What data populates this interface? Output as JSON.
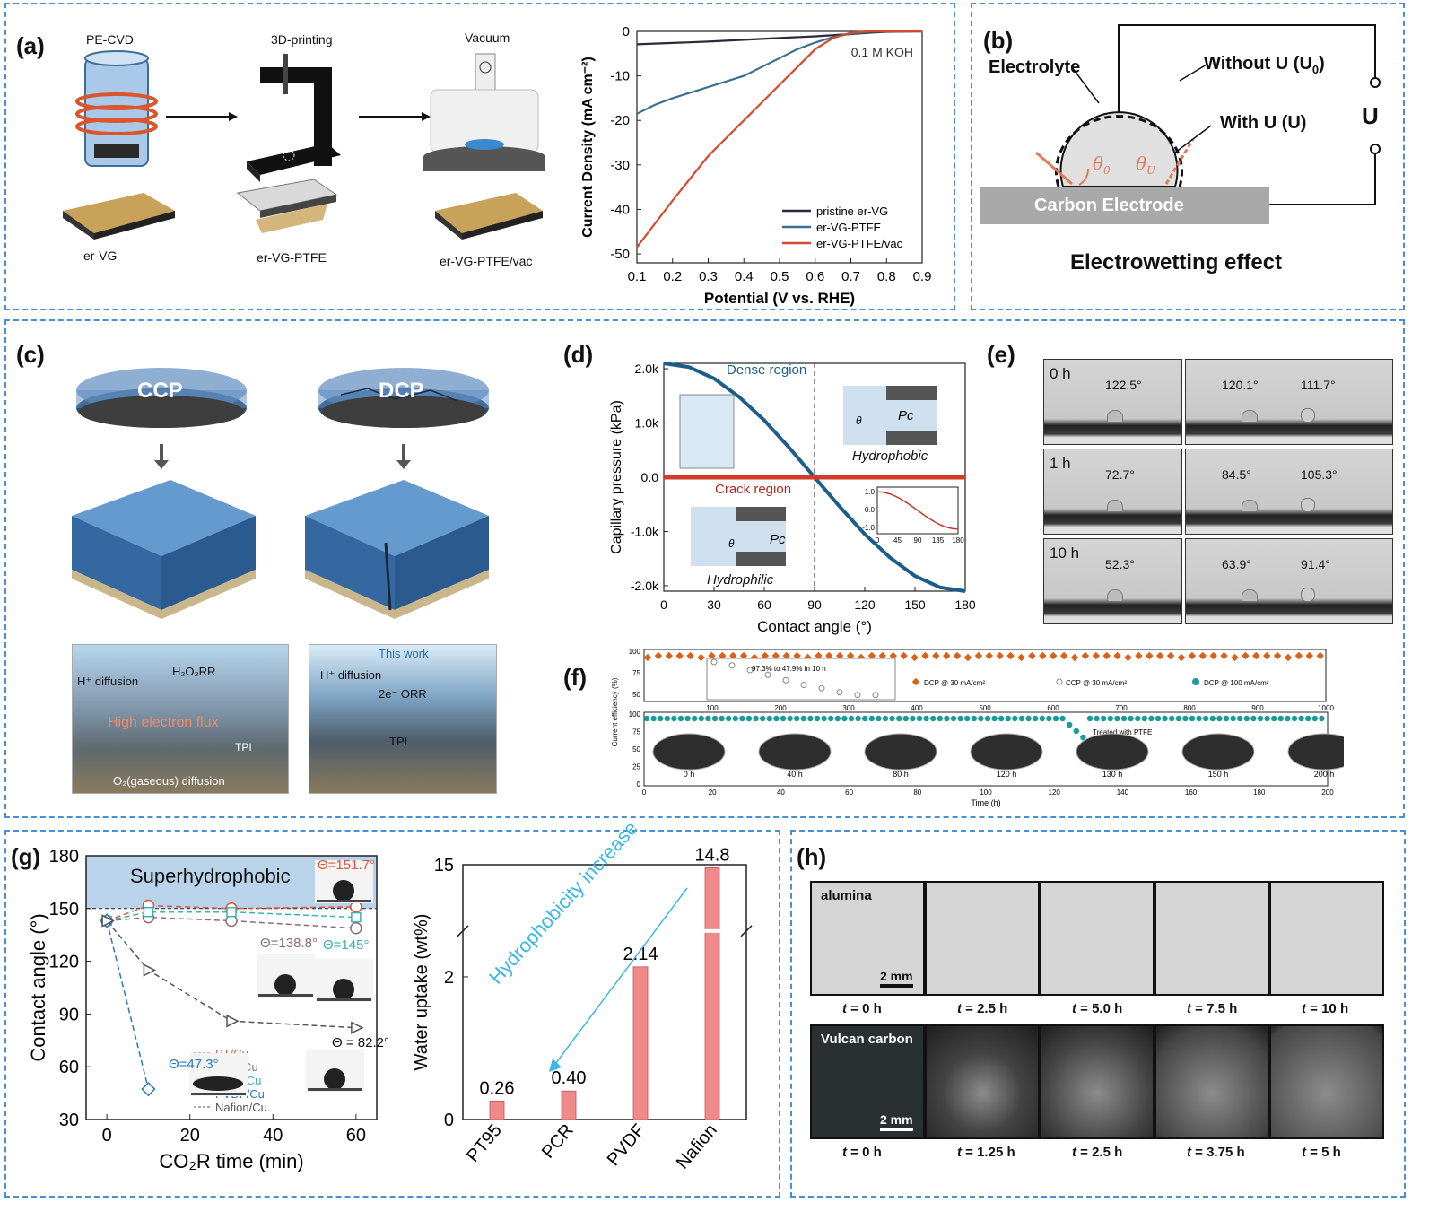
{
  "panels": {
    "a": {
      "label": "(a)",
      "steps": [
        "PE-CVD",
        "3D-printing",
        "Vacuum"
      ],
      "samples": [
        "er-VG",
        "er-VG-PTFE",
        "er-VG-PTFE/vac"
      ]
    },
    "b": {
      "label": "(b)",
      "electrolyte": "Electrolyte",
      "without_u": "Without U (U",
      "without_u_sub": "0",
      "with_u": "With U (U)",
      "voltage": "U",
      "theta0": "θ",
      "theta0_sub": "0",
      "thetau": "θ",
      "thetau_sub": "U",
      "electrode": "Carbon Electrode",
      "caption": "Electrowetting effect"
    },
    "c": {
      "label": "(c)",
      "ccp": "CCP",
      "dcp": "DCP",
      "left_inset": {
        "h_diffusion": "H⁺ diffusion",
        "h2o2rr": "H₂O₂RR",
        "flux": "High electron flux",
        "tpi": "TPI",
        "o2": "O₂(gaseous) diffusion"
      },
      "right_inset": {
        "this_work": "This work",
        "h_diffusion": "H⁺ diffusion",
        "orr": "2e⁻ ORR",
        "tpi": "TPI"
      }
    },
    "d": {
      "label": "(d)",
      "dense": "Dense region",
      "crack": "Crack region",
      "hydrophobic": "Hydrophobic",
      "hydrophilic": "Hydrophilic",
      "theta": "θ",
      "pc": "P",
      "pc_sub": "c",
      "inset_yticks": [
        "1.0",
        "0.0",
        "-1.0"
      ],
      "inset_xticks": [
        "0",
        "45",
        "90",
        "135",
        "180"
      ]
    },
    "e": {
      "label": "(e)",
      "rows": [
        {
          "time": "0 h",
          "left": "122.5°",
          "right1": "120.1°",
          "right2": "111.7°"
        },
        {
          "time": "1 h",
          "left": "72.7°",
          "right1": "84.5°",
          "right2": "105.3°"
        },
        {
          "time": "10 h",
          "left": "52.3°",
          "right1": "63.9°",
          "right2": "91.4°"
        }
      ]
    },
    "f": {
      "label": "(f)",
      "ylabel": "Current efficiency (%)",
      "xlabel": "Time (h)",
      "top_xticks": [
        "100",
        "200",
        "300",
        "400",
        "500",
        "600",
        "700",
        "800",
        "900",
        "1000"
      ],
      "top_yticks": [
        "100",
        "75",
        "50"
      ],
      "bottom_xticks": [
        "0",
        "20",
        "40",
        "60",
        "80",
        "100",
        "120",
        "140",
        "160",
        "180",
        "200"
      ],
      "bottom_yticks": [
        "100",
        "75",
        "50",
        "25",
        "0"
      ],
      "inset_note": "97.3% to 47.9% in 10 h",
      "legend": [
        "DCP @ 30 mA/cm²",
        "CCP @ 30 mA/cm²",
        "DCP @ 100 mA/cm²"
      ],
      "treated": "Treated with PTFE",
      "electrode_times": [
        "0 h",
        "40 h",
        "80 h",
        "120 h",
        "130 h",
        "150 h",
        "200 h"
      ],
      "colors": {
        "dcp30": "#d9621b",
        "dcp100": "#1a9a9a",
        "ccp": "#888888"
      }
    },
    "g": {
      "label": "(g)",
      "superhydrophobic": "Superhydrophobic",
      "angle_labels": [
        "Θ=151.7°",
        "Θ=138.8°",
        "Θ=145°",
        "Θ=47.3°",
        "Θ = 82.2°"
      ],
      "hydro_increase": "Hydrophobicity increase"
    },
    "h": {
      "label": "(h)",
      "row1_label": "alumina",
      "row2_label": "Vulcan carbon",
      "scale": "2 mm",
      "row1_times": [
        "0 h",
        "2.5 h",
        "5.0 h",
        "7.5 h",
        "10 h"
      ],
      "row2_times": [
        "0 h",
        "1.25 h",
        "2.5 h",
        "3.75 h",
        "5 h"
      ],
      "t": "t",
      "eq": " = "
    }
  },
  "chart_data": [
    {
      "id": "a",
      "type": "line",
      "xlabel": "Potential (V vs. RHE)",
      "ylabel": "Current Density (mA cm⁻²)",
      "annotation": "0.1 M KOH",
      "xlim": [
        0.1,
        0.9
      ],
      "ylim": [
        -52,
        0
      ],
      "xticks": [
        "0.1",
        "0.2",
        "0.3",
        "0.4",
        "0.5",
        "0.6",
        "0.7",
        "0.8",
        "0.9"
      ],
      "yticks": [
        "0",
        "-10",
        "-20",
        "-30",
        "-40",
        "-50"
      ],
      "legend_position": "bottom-right",
      "series": [
        {
          "name": "pristine er-VG",
          "color": "#2b2a3b",
          "x": [
            0.1,
            0.2,
            0.3,
            0.4,
            0.5,
            0.6,
            0.7,
            0.75,
            0.8,
            0.9
          ],
          "y": [
            -2.9,
            -2.6,
            -2.3,
            -1.9,
            -1.5,
            -1.1,
            -0.6,
            -0.3,
            -0.1,
            0
          ]
        },
        {
          "name": "er-VG-PTFE",
          "color": "#3a6f8f",
          "x": [
            0.1,
            0.15,
            0.2,
            0.3,
            0.4,
            0.45,
            0.5,
            0.55,
            0.6,
            0.65,
            0.7,
            0.75,
            0.8,
            0.9
          ],
          "y": [
            -18.5,
            -16.5,
            -15,
            -12.5,
            -10,
            -8,
            -6,
            -4,
            -2.5,
            -1.3,
            -0.5,
            -0.1,
            0,
            0
          ]
        },
        {
          "name": "er-VG-PTFE/vac",
          "color": "#d44a2e",
          "x": [
            0.1,
            0.2,
            0.3,
            0.4,
            0.5,
            0.55,
            0.6,
            0.65,
            0.7,
            0.75,
            0.8,
            0.9
          ],
          "y": [
            -48.5,
            -38,
            -28,
            -20,
            -12,
            -8,
            -4,
            -1.5,
            -0.3,
            0,
            0,
            0
          ]
        }
      ]
    },
    {
      "id": "d",
      "type": "line",
      "xlabel": "Contact angle (°)",
      "ylabel": "Capillary pressure (kPa)",
      "xlim": [
        0,
        180
      ],
      "ylim": [
        -2.1,
        2.1
      ],
      "xticks": [
        "0",
        "30",
        "60",
        "90",
        "120",
        "150",
        "180"
      ],
      "yticks": [
        "2.0k",
        "1.0k",
        "0.0",
        "-1.0k",
        "-2.0k"
      ],
      "vline": 90,
      "series": [
        {
          "name": "Dense region",
          "color": "#1c5e8a",
          "x": [
            0,
            15,
            30,
            45,
            60,
            75,
            90,
            105,
            120,
            135,
            150,
            165,
            180
          ],
          "y": [
            2.1,
            2.03,
            1.82,
            1.48,
            1.05,
            0.54,
            0,
            -0.54,
            -1.05,
            -1.48,
            -1.82,
            -2.03,
            -2.1
          ]
        },
        {
          "name": "Crack region",
          "color": "#d23a2a",
          "x": [
            0,
            180
          ],
          "y": [
            0,
            0
          ]
        }
      ]
    },
    {
      "id": "g_left",
      "type": "line",
      "xlabel": "CO₂R time (min)",
      "ylabel": "Contact angle (°)",
      "xlim": [
        -5,
        65
      ],
      "ylim": [
        30,
        180
      ],
      "xticks": [
        "0",
        "20",
        "40",
        "60"
      ],
      "yticks": [
        "30",
        "60",
        "90",
        "120",
        "150",
        "180"
      ],
      "series": [
        {
          "name": "PT/Cu",
          "color": "#e0533c",
          "marker": "circle",
          "x": [
            0,
            10,
            30,
            60
          ],
          "y": [
            143,
            151.7,
            150,
            151
          ]
        },
        {
          "name": "PCR/Cu",
          "color": "#8e6b7a",
          "marker": "circle",
          "x": [
            0,
            10,
            30,
            60
          ],
          "y": [
            143,
            145,
            143,
            138.8
          ]
        },
        {
          "name": "PT95/Cu",
          "color": "#3fb3a8",
          "marker": "square",
          "x": [
            0,
            10,
            30,
            60
          ],
          "y": [
            143,
            148,
            148,
            145
          ]
        },
        {
          "name": "PVDF/Cu",
          "color": "#2a78c0",
          "marker": "diamond",
          "x": [
            0,
            10
          ],
          "y": [
            143,
            47.3
          ]
        },
        {
          "name": "Nafion/Cu",
          "color": "#555555",
          "marker": "triangle",
          "x": [
            0,
            10,
            30,
            60
          ],
          "y": [
            143,
            115,
            86,
            82.2
          ]
        }
      ]
    },
    {
      "id": "g_right",
      "type": "bar",
      "ylabel": "Water uptake (wt%)",
      "categories": [
        "PT95",
        "PCR",
        "PVDF",
        "Nafion"
      ],
      "values": [
        0.26,
        0.4,
        2.14,
        14.8
      ],
      "value_labels": [
        "0.26",
        "0.40",
        "2.14",
        "14.8"
      ],
      "yticks": [
        "0",
        "2",
        "15"
      ],
      "axis_break": true,
      "color": "#f08a8a"
    }
  ]
}
